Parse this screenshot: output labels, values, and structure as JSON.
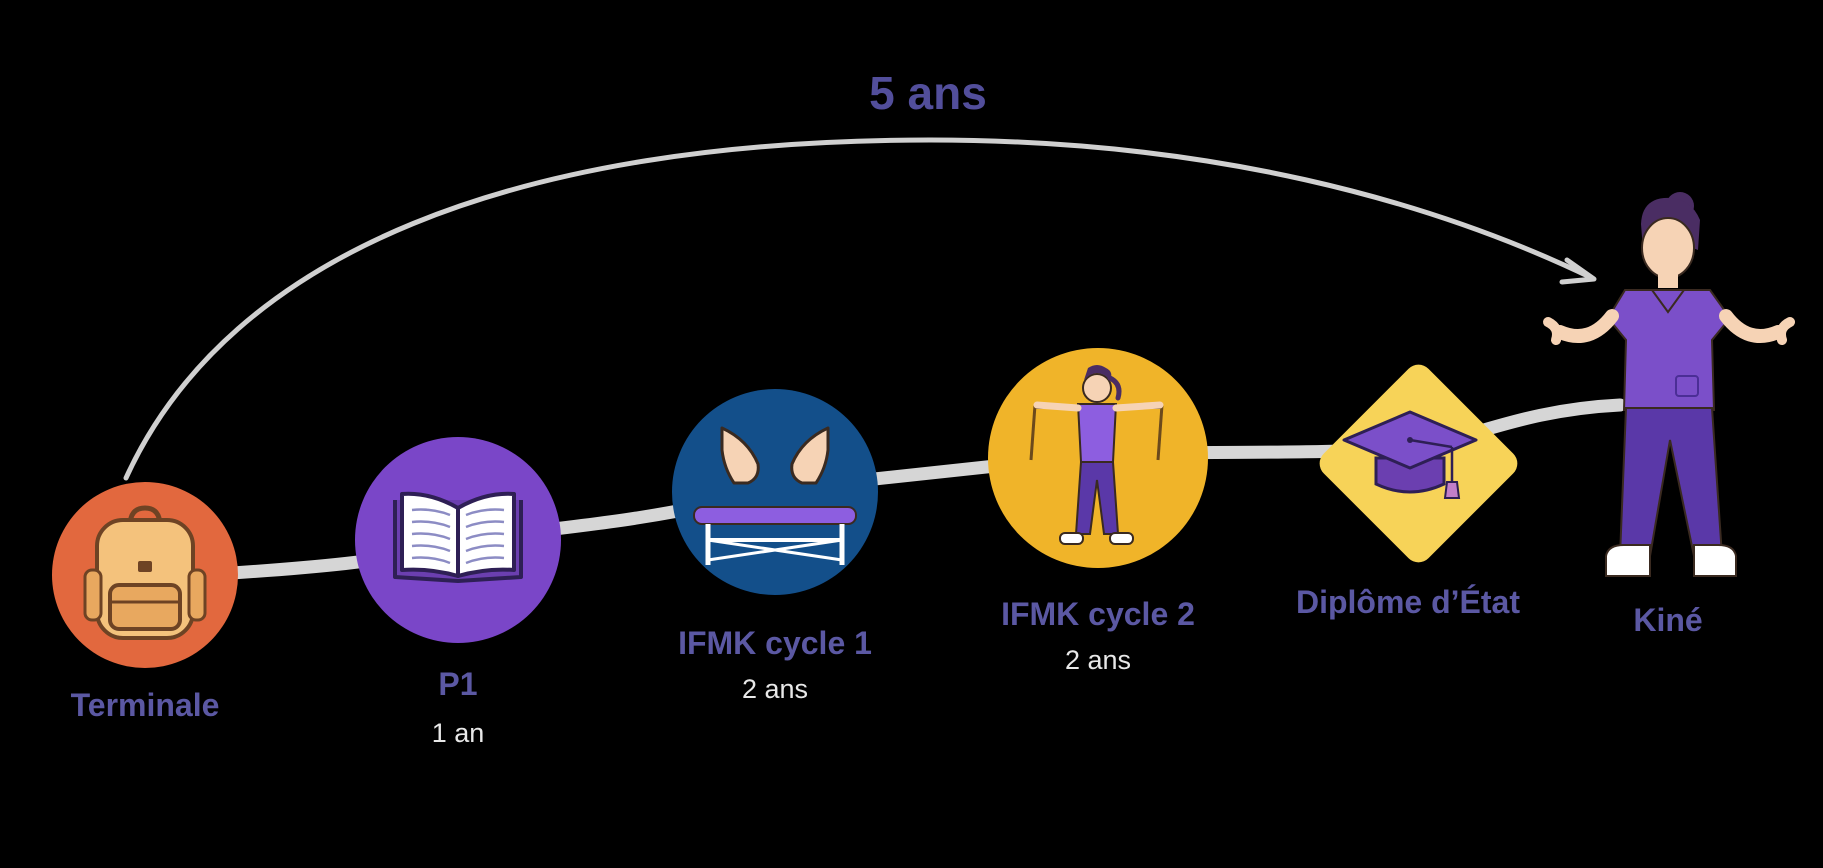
{
  "span_label": "5 ans",
  "colors": {
    "background": "#000000",
    "path": "#d6d6d6",
    "label": "#5b58a3",
    "duration": "#e8e8e8",
    "terminale": "#e2683e",
    "p1": "#7a46c8",
    "ifmk1": "#134f8a",
    "ifmk2": "#f0b429",
    "diplome": "#f7d358",
    "kine_scrubs": "#7b4fc9"
  },
  "steps": [
    {
      "name": "Terminale",
      "duration": "",
      "icon": "backpack-icon"
    },
    {
      "name": "P1",
      "duration": "1 an",
      "icon": "open-book-icon"
    },
    {
      "name": "IFMK cycle 1",
      "duration": "2 ans",
      "icon": "treatment-table-icon"
    },
    {
      "name": "IFMK cycle 2",
      "duration": "2 ans",
      "icon": "exercise-band-icon"
    },
    {
      "name": "Diplôme d’État",
      "duration": "",
      "icon": "graduation-cap-icon"
    },
    {
      "name": "Kiné",
      "duration": "",
      "icon": "physiotherapist-icon"
    }
  ]
}
